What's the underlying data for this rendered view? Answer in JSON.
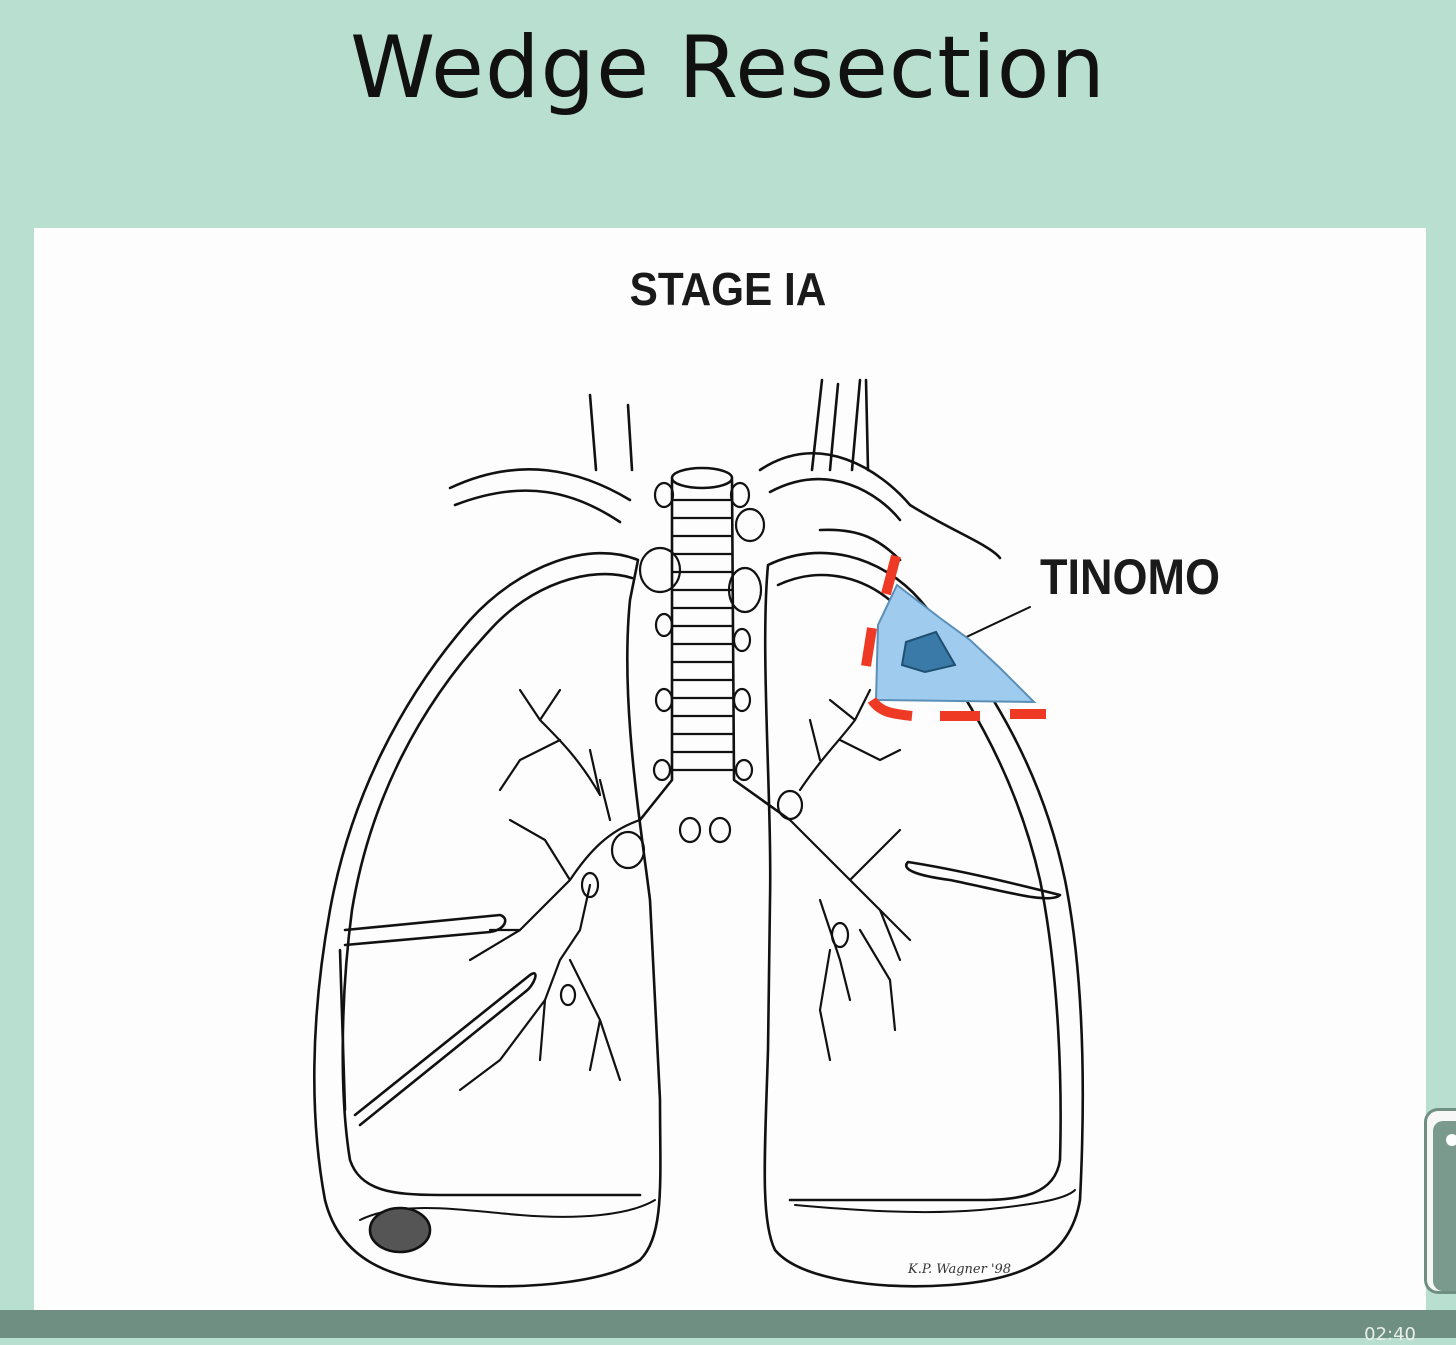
{
  "slide": {
    "title": "Wedge Resection"
  },
  "figure": {
    "stage_label": "STAGE IA",
    "tnm_label": "TINOMO",
    "artist_signature": "K.P. Wagner '98"
  },
  "player": {
    "timestamp": "02:40"
  },
  "colors": {
    "background": "#b8dfd0",
    "resected_wedge": "#9fcbee",
    "tumor": "#3a7aa8",
    "resection_line": "#ee3a24",
    "player_bar": "#6f8f83"
  }
}
